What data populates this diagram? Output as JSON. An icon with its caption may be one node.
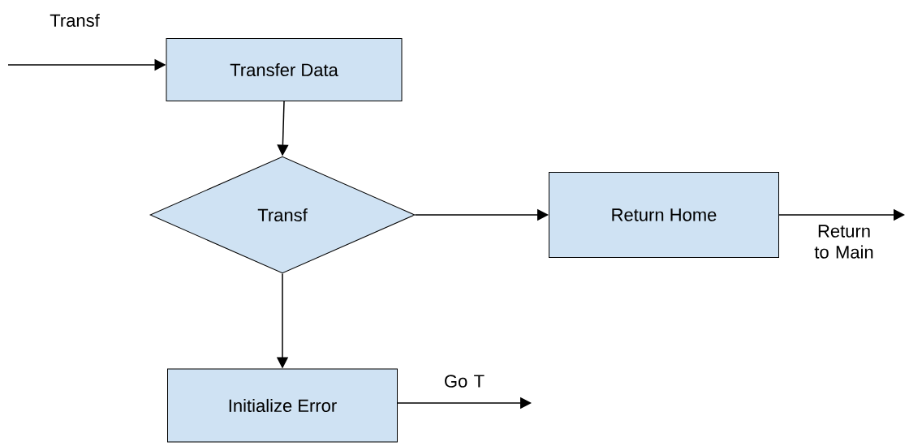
{
  "diagram": {
    "nodes": [
      {
        "text": [
          "Transfer Data"
        ]
      },
      {
        "text": [
          "Transf"
        ]
      },
      {
        "text": [
          "Return Home"
        ]
      },
      {
        "text": [
          "Initialize Error"
        ]
      }
    ],
    "edges": [
      {
        "from": null,
        "to": 0,
        "arrow": "to",
        "label": "Transf"
      },
      {
        "from": 0,
        "to": 1,
        "arrow": "to"
      },
      {
        "from": 1,
        "to": 2,
        "arrow": "to"
      },
      {
        "from": 1,
        "to": 3,
        "arrow": "to"
      },
      {
        "from": 2,
        "to": null,
        "arrow": "to",
        "label": "Return to Main"
      },
      {
        "from": 3,
        "to": null,
        "arrow": "to",
        "label": "Go T"
      }
    ]
  }
}
